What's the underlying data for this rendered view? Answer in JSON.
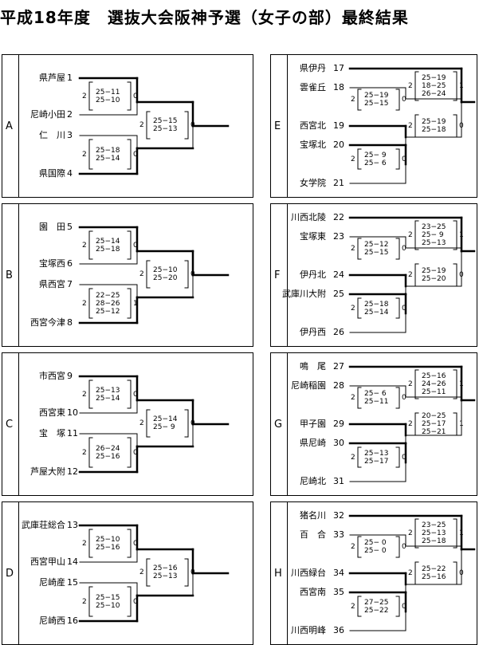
{
  "title": "平成18年度　選抜大会阪神予選（女子の部）最終結果",
  "blocks": [
    {
      "letter": "A",
      "teams": [
        {
          "name": "県芦屋",
          "seed": "1"
        },
        {
          "name": "尼崎小田",
          "seed": "2"
        },
        {
          "name": "仁　川",
          "seed": "3"
        },
        {
          "name": "県国際",
          "seed": "4"
        }
      ],
      "m1": {
        "sets": [
          "25−11",
          "25−10"
        ],
        "l": "2",
        "r": "0"
      },
      "m2": {
        "sets": [
          "25−18",
          "25−14"
        ],
        "l": "2",
        "r": "0"
      },
      "f": {
        "sets": [
          "25−15",
          "25−13"
        ],
        "l": "2",
        "r": "0"
      }
    },
    {
      "letter": "B",
      "teams": [
        {
          "name": "園　田",
          "seed": "5"
        },
        {
          "name": "宝塚西",
          "seed": "6"
        },
        {
          "name": "県西宮",
          "seed": "7"
        },
        {
          "name": "西宮今津",
          "seed": "8"
        }
      ],
      "m1": {
        "sets": [
          "25−14",
          "25−18"
        ],
        "l": "2",
        "r": "0"
      },
      "m2": {
        "sets": [
          "22−25",
          "28−26",
          "25−12"
        ],
        "l": "2",
        "r": "1"
      },
      "f": {
        "sets": [
          "25−10",
          "25−20"
        ],
        "l": "2",
        "r": "0"
      }
    },
    {
      "letter": "C",
      "teams": [
        {
          "name": "市西宮",
          "seed": "9"
        },
        {
          "name": "西宮東",
          "seed": "10"
        },
        {
          "name": "宝　塚",
          "seed": "11"
        },
        {
          "name": "芦屋大附",
          "seed": "12"
        }
      ],
      "m1": {
        "sets": [
          "25−13",
          "25−14"
        ],
        "l": "2",
        "r": "0"
      },
      "m2": {
        "sets": [
          "26−24",
          "25−16"
        ],
        "l": "2",
        "r": "0"
      },
      "f": {
        "sets": [
          "25−14",
          "25− 9"
        ],
        "l": "2",
        "r": "0"
      }
    },
    {
      "letter": "D",
      "teams": [
        {
          "name": "武庫荘総合",
          "seed": "13"
        },
        {
          "name": "西宮甲山",
          "seed": "14"
        },
        {
          "name": "尼崎産",
          "seed": "15"
        },
        {
          "name": "尼崎西",
          "seed": "16"
        }
      ],
      "m1": {
        "sets": [
          "25−10",
          "25−16"
        ],
        "l": "2",
        "r": "0"
      },
      "m2": {
        "sets": [
          "25−15",
          "25−10"
        ],
        "l": "2",
        "r": "0"
      },
      "f": {
        "sets": [
          "25−16",
          "25−13"
        ],
        "l": "2",
        "r": "0"
      }
    }
  ],
  "blocks5": [
    {
      "letter": "E",
      "teams": [
        {
          "name": "県伊丹",
          "seed": "17"
        },
        {
          "name": "雲雀丘",
          "seed": "18"
        },
        {
          "name": "西宮北",
          "seed": "19"
        },
        {
          "name": "宝塚北",
          "seed": "20"
        },
        {
          "name": "女学院",
          "seed": "21"
        }
      ],
      "pre": {
        "sets": [
          "25− 9",
          "25− 6"
        ],
        "l": "2",
        "r": "0"
      },
      "m1": {
        "sets": [
          "25−19",
          "25−15"
        ],
        "l": "2",
        "r": "0"
      },
      "m2": {
        "sets": [
          "25−19",
          "25−18"
        ],
        "l": "2",
        "r": "0"
      },
      "f": {
        "sets": [
          "25−19",
          "18−25",
          "26−24"
        ],
        "l": "2",
        "r": "1"
      }
    },
    {
      "letter": "F",
      "teams": [
        {
          "name": "川西北陵",
          "seed": "22"
        },
        {
          "name": "宝塚東",
          "seed": "23"
        },
        {
          "name": "伊丹北",
          "seed": "24"
        },
        {
          "name": "武庫川大附",
          "seed": "25"
        },
        {
          "name": "伊丹西",
          "seed": "26"
        }
      ],
      "pre": {
        "sets": [
          "25−18",
          "25−14"
        ],
        "l": "2",
        "r": "0"
      },
      "m1": {
        "sets": [
          "25−12",
          "25−15"
        ],
        "l": "2",
        "r": "0"
      },
      "m2": {
        "sets": [
          "25−19",
          "25−20"
        ],
        "l": "2",
        "r": "0"
      },
      "f": {
        "sets": [
          "23−25",
          "25− 9",
          "25−13"
        ],
        "l": "2",
        "r": "1"
      }
    },
    {
      "letter": "G",
      "teams": [
        {
          "name": "鳴　尾",
          "seed": "27"
        },
        {
          "name": "尼崎稲園",
          "seed": "28"
        },
        {
          "name": "甲子園",
          "seed": "29"
        },
        {
          "name": "県尼崎",
          "seed": "30"
        },
        {
          "name": "尼崎北",
          "seed": "31"
        }
      ],
      "pre": {
        "sets": [
          "25−13",
          "25−17"
        ],
        "l": "2",
        "r": "0"
      },
      "m1": {
        "sets": [
          "25− 6",
          "25−11"
        ],
        "l": "2",
        "r": "0"
      },
      "m2": {
        "sets": [
          "20−25",
          "25−17",
          "25−21"
        ],
        "l": "2",
        "r": "1"
      },
      "f": {
        "sets": [
          "25−16",
          "24−26",
          "25−11"
        ],
        "l": "2",
        "r": "1"
      }
    },
    {
      "letter": "H",
      "teams": [
        {
          "name": "猪名川",
          "seed": "32"
        },
        {
          "name": "百　合",
          "seed": "33"
        },
        {
          "name": "川西緑台",
          "seed": "34"
        },
        {
          "name": "西宮南",
          "seed": "35"
        },
        {
          "name": "川西明峰",
          "seed": "36"
        }
      ],
      "pre": {
        "sets": [
          "27−25",
          "25−22"
        ],
        "l": "2",
        "r": "0"
      },
      "m1": {
        "sets": [
          "25− 0",
          "25− 0"
        ],
        "l": "2",
        "r": "0"
      },
      "m2": {
        "sets": [
          "25−22",
          "25−16"
        ],
        "l": "2",
        "r": "0"
      },
      "f": {
        "sets": [
          "23−25",
          "25−13",
          "25−18"
        ],
        "l": "2",
        "r": "1"
      }
    }
  ]
}
